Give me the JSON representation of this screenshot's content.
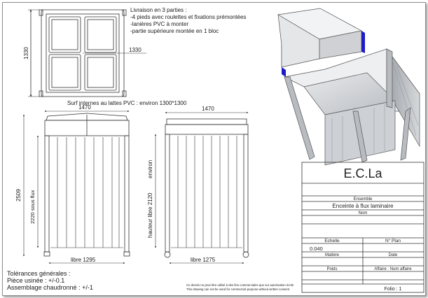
{
  "notes": {
    "line1": "Livraison en 3 parties :",
    "line2": "-4 pieds avec roulettes et fixations prémontées",
    "line3": "-lanières PVC à monter",
    "line4": "-partie supérieure montée en 1 bloc"
  },
  "top_view": {
    "dim_left": "1330",
    "dim_right": "1330",
    "caption": "Surf internes au lattes PVC : environ 1300*1300"
  },
  "front_view": {
    "dim_top": "1470",
    "dim_total": "2509",
    "dim_flow": "2220 sous flux",
    "dim_bottom": "libre 1295"
  },
  "side_view": {
    "dim_top": "1470",
    "dim_label_environ": "environ",
    "dim_height": "hauteur libre 2120",
    "dim_bottom": "libre 1275"
  },
  "tolerances": {
    "title": "Tolérances générales :",
    "line1": "Pièce usinée : +/-0.1",
    "line2": "Assemblage chaudronné : +/-1"
  },
  "legal": {
    "fr": "Ce dessin ne peut être utilisé à des fins commerciales que sur autorisation écrite",
    "en": "This drawing can not be used for commercial purpose without written consent"
  },
  "title_block": {
    "company": "E.C.La",
    "ensemble_label": "Ensemble",
    "description": "Enceinte à flux laminaire",
    "nom_label": "Nom",
    "echelle_label": "Echelle",
    "echelle_value": "0.040",
    "plan_label": "N° Plan",
    "matiere_label": "Matière",
    "date_label": "Date",
    "poids_label": "Poids",
    "affaire_label": "Affaire : Num affaire",
    "folio": "Folio : 1"
  },
  "colors": {
    "accent_blue": "#1c1cc8",
    "line": "#333333",
    "panel_grey": "#c9ccd0"
  }
}
